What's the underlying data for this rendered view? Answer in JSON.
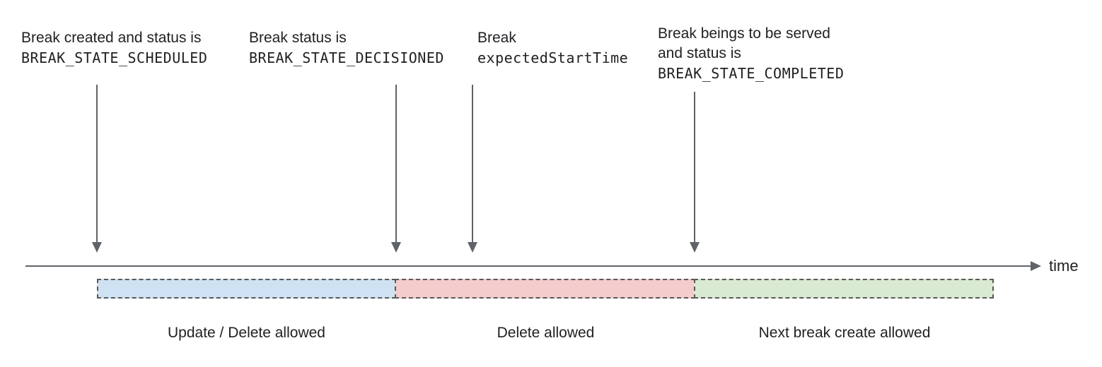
{
  "annotations": [
    {
      "line1": "Break created and status is",
      "code": "BREAK_STATE_SCHEDULED"
    },
    {
      "line1": "Break status is",
      "code": "BREAK_STATE_DECISIONED"
    },
    {
      "line1": "Break",
      "code": "expectedStartTime"
    },
    {
      "line1": "Break beings to be served",
      "line2": "and status is",
      "code": "BREAK_STATE_COMPLETED"
    }
  ],
  "axis": {
    "label": "time"
  },
  "segments": [
    {
      "label": "Update / Delete allowed",
      "color": "#cfe2f3"
    },
    {
      "label": "Delete allowed",
      "color": "#f4cccc"
    },
    {
      "label": "Next break create allowed",
      "color": "#d9ead3"
    }
  ],
  "colors": {
    "arrow": "#5f6368",
    "dashed_border": "#595959",
    "text": "#202124",
    "background": "#ffffff"
  }
}
